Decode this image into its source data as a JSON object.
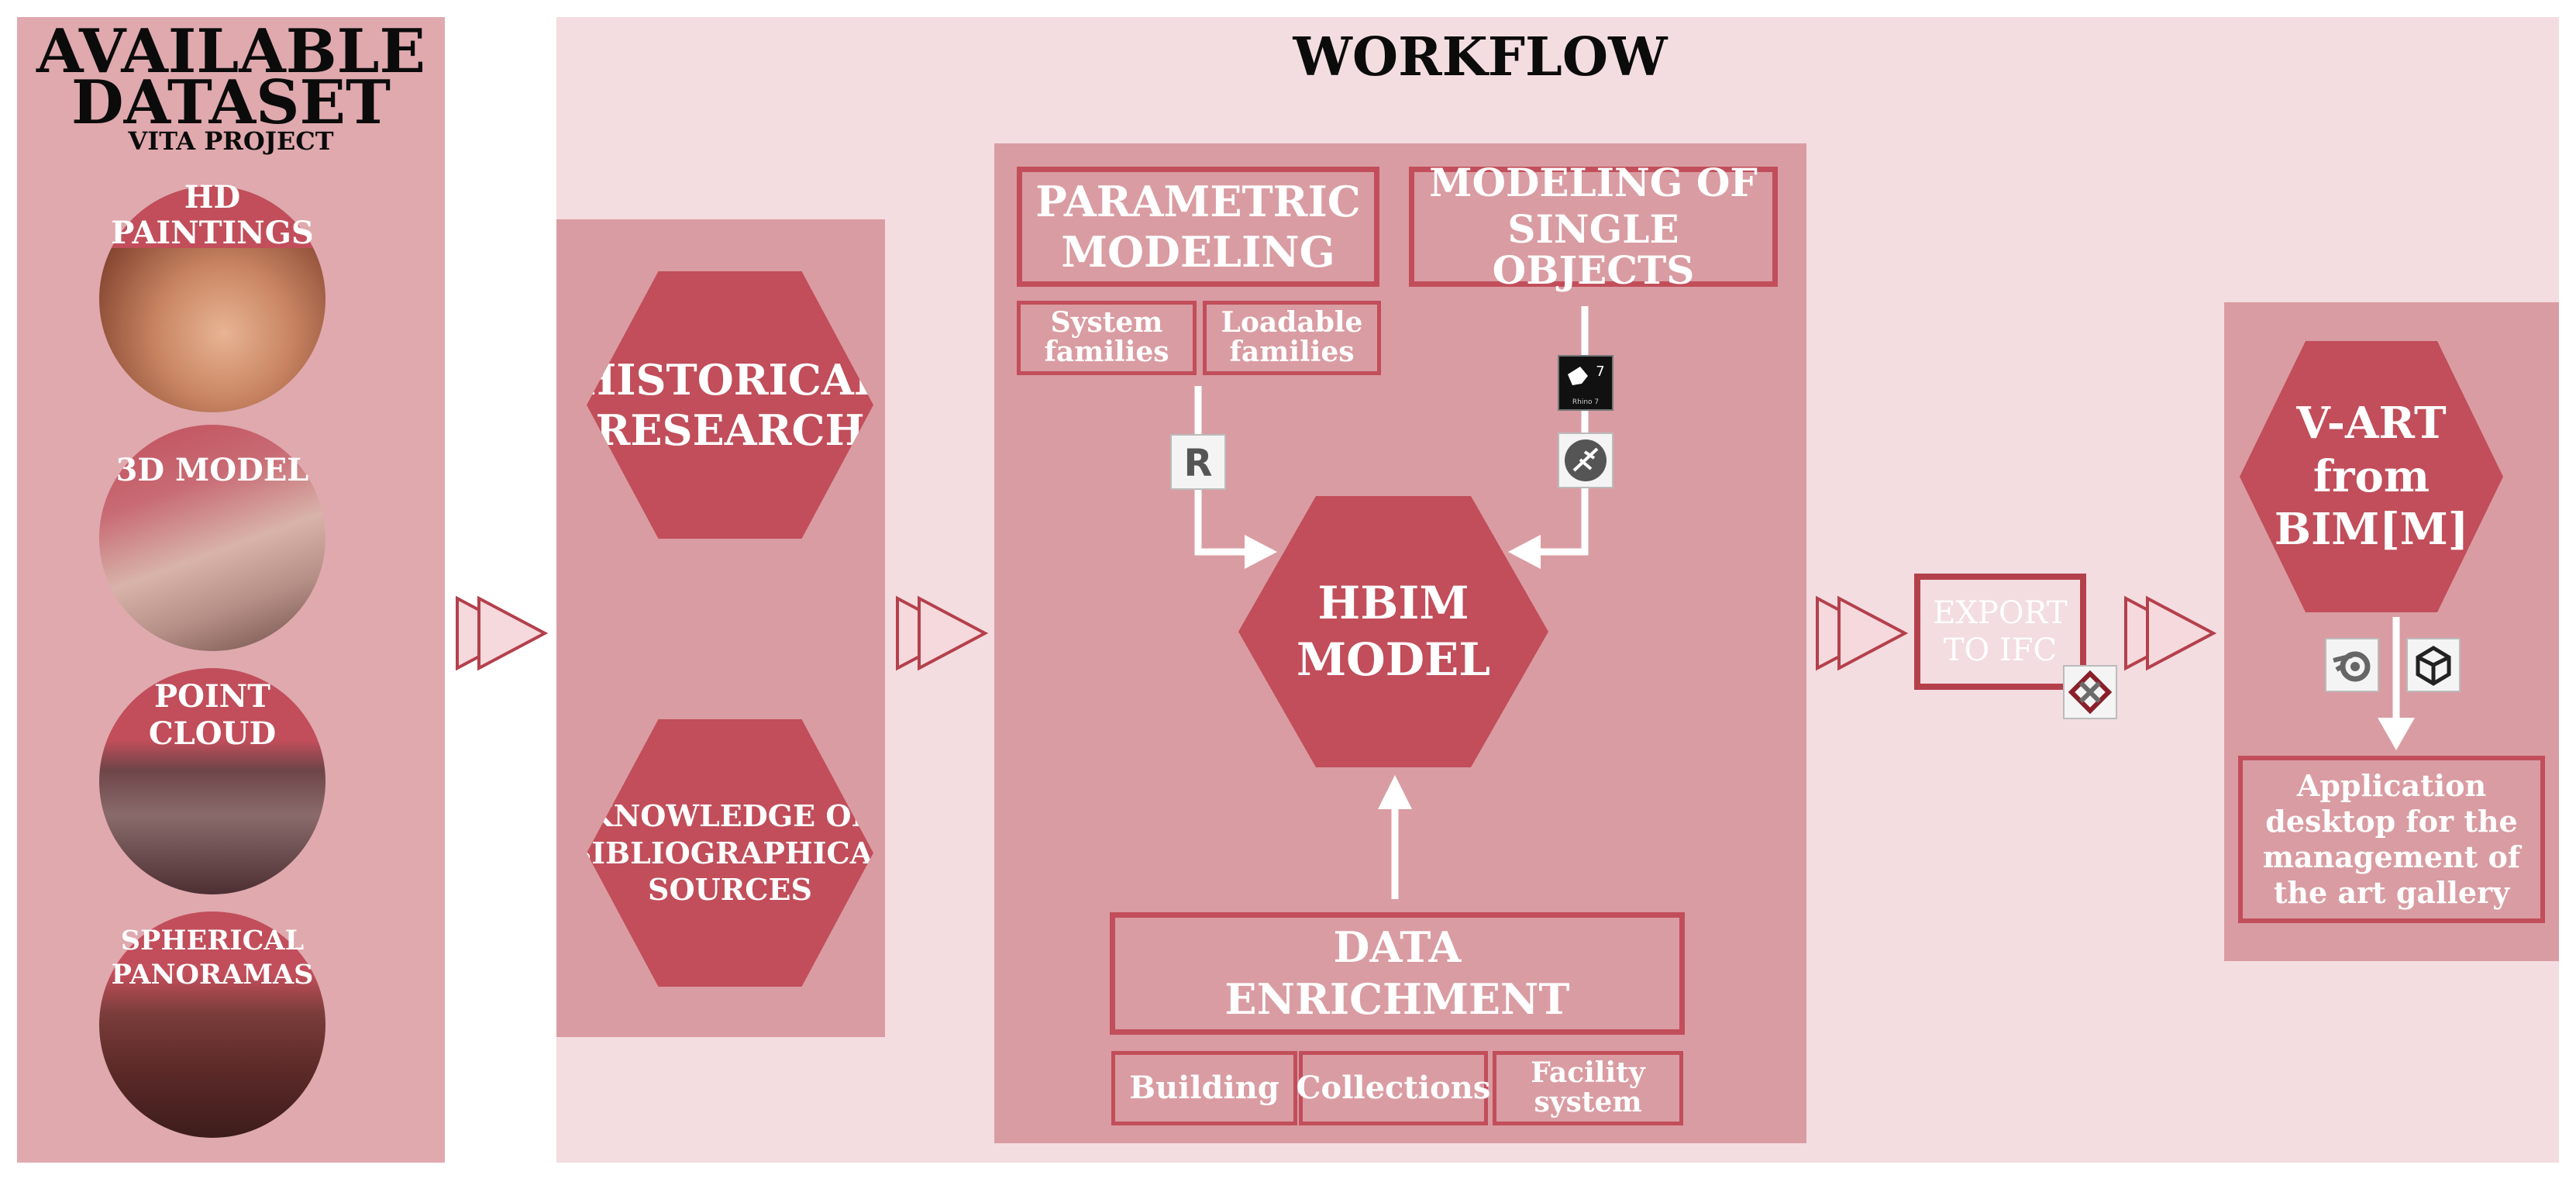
{
  "dataset": {
    "title_line1": "AVAILABLE",
    "title_line2": "DATASET",
    "subtitle": "VITA PROJECT",
    "items": [
      {
        "line1": "HD",
        "line2": "PAINTINGS"
      },
      {
        "line1": "3D MODEL",
        "line2": ""
      },
      {
        "line1": "POINT",
        "line2": "CLOUD"
      },
      {
        "line1": "SPHERICAL",
        "line2": "PANORAMAS"
      }
    ]
  },
  "workflow": {
    "title": "WORKFLOW",
    "research": {
      "hex1_line1": "HISTORICAL",
      "hex1_line2": "RESEARCH",
      "hex2_line1": "KNOWLEDGE OF",
      "hex2_line2": "BIBLIOGRAPHICAL",
      "hex2_line3": "SOURCES"
    },
    "modeling": {
      "parametric_line1": "PARAMETRIC",
      "parametric_line2": "MODELING",
      "system_line1": "System",
      "system_line2": "families",
      "loadable_line1": "Loadable",
      "loadable_line2": "families",
      "single_line1": "MODELING OF",
      "single_line2": "SINGLE OBJECTS",
      "rhino_caption": "Rhino 7",
      "hbim_line1": "HBIM",
      "hbim_line2": "MODEL",
      "enrich_line1": "DATA",
      "enrich_line2": "ENRICHMENT",
      "building": "Building",
      "collections": "Collections",
      "facility_line1": "Facility",
      "facility_line2": "system"
    },
    "export": {
      "line1": "EXPORT",
      "line2": "TO IFC"
    },
    "output": {
      "hex_line1": "V-ART",
      "hex_line2": "from",
      "hex_line3": "BIM[M]",
      "app_line1": "Application",
      "app_line2": "desktop for the",
      "app_line3": "management of",
      "app_line4": "the art gallery"
    }
  },
  "colors": {
    "panel_dark": "#d99ca2",
    "panel_light": "#f3dde0",
    "accent": "#c14e5a",
    "arrow_outline": "#b4404c"
  },
  "icons": [
    "revit-icon",
    "rhino-icon",
    "grasshopper-icon",
    "ifc-icon",
    "blender-icon",
    "unity-icon"
  ]
}
